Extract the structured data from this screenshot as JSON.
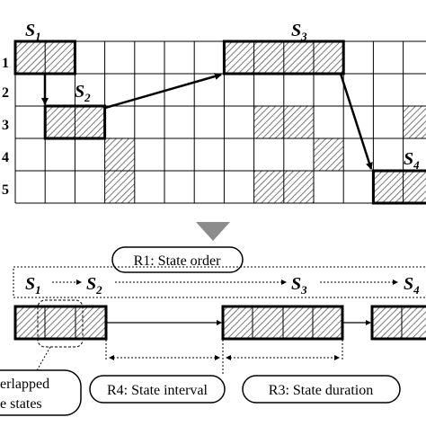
{
  "grid": {
    "row_labels": [
      "1",
      "2",
      "3",
      "4",
      "5"
    ],
    "cols": 14,
    "rows": 5,
    "hatched_cells": [
      [
        0,
        0
      ],
      [
        0,
        1
      ],
      [
        0,
        7
      ],
      [
        0,
        8
      ],
      [
        0,
        9
      ],
      [
        0,
        10
      ],
      [
        2,
        1
      ],
      [
        2,
        2
      ],
      [
        2,
        8
      ],
      [
        2,
        9
      ],
      [
        2,
        13
      ],
      [
        3,
        3
      ],
      [
        3,
        10
      ],
      [
        4,
        3
      ],
      [
        4,
        8
      ],
      [
        4,
        9
      ],
      [
        4,
        12
      ],
      [
        4,
        13
      ]
    ]
  },
  "states": [
    {
      "base": "S",
      "sub": "1",
      "row": 0,
      "col_start": 0,
      "col_end": 1
    },
    {
      "base": "S",
      "sub": "2",
      "row": 2,
      "col_start": 1,
      "col_end": 2
    },
    {
      "base": "S",
      "sub": "3",
      "row": 0,
      "col_start": 7,
      "col_end": 10
    },
    {
      "base": "S",
      "sub": "4",
      "row": 4,
      "col_start": 12,
      "col_end": 13
    }
  ],
  "sequence": {
    "items": [
      {
        "base": "S",
        "sub": "1"
      },
      {
        "base": "S",
        "sub": "2"
      },
      {
        "base": "S",
        "sub": "3"
      },
      {
        "base": "S",
        "sub": "4"
      }
    ]
  },
  "rules": {
    "r1": "R1: State order",
    "r3": "R3: State duration",
    "r4": "R4: State interval"
  },
  "callouts": {
    "overlap_line1": "erlapped",
    "overlap_line2": "e states"
  },
  "colors": {
    "stroke": "#000000",
    "grid_line": "#000000",
    "hatch": "#555555",
    "divider_arrow": "#8c8c8c"
  }
}
